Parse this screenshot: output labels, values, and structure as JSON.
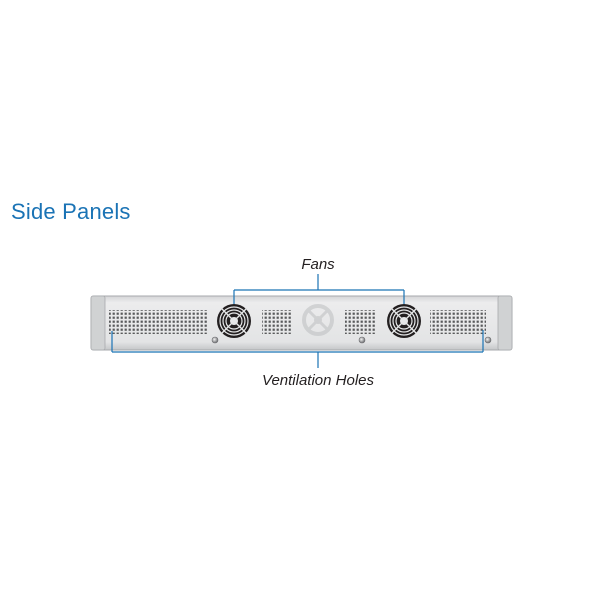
{
  "heading": "Side Panels",
  "callouts": {
    "fans": "Fans",
    "ventilation_holes": "Ventilation Holes"
  },
  "colors": {
    "heading": "#1a73b5",
    "callout_line": "#1a73b5",
    "panel_fill": "#e6e7e8",
    "vent_hole": "#58595b",
    "fan_dark": "#231f20"
  },
  "icons": [
    "fan-icon",
    "screw-icon"
  ]
}
